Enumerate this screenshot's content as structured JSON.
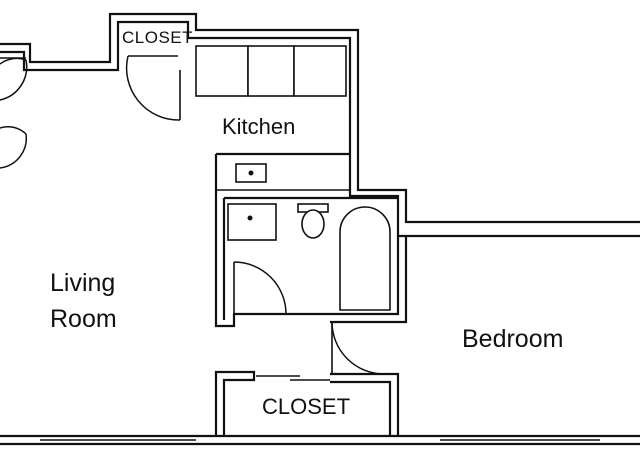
{
  "rooms": {
    "kitchen": "Kitchen",
    "living_room_line1": "Living",
    "living_room_line2": "Room",
    "bedroom": "Bedroom",
    "closet_top": "CLOSET",
    "closet_bottom": "CLOSET"
  },
  "fixtures": [
    "kitchen-cabinets",
    "kitchen-stove",
    "bathroom-sink",
    "toilet",
    "bathtub"
  ],
  "colors": {
    "walls": "#111111",
    "background": "#ffffff"
  }
}
